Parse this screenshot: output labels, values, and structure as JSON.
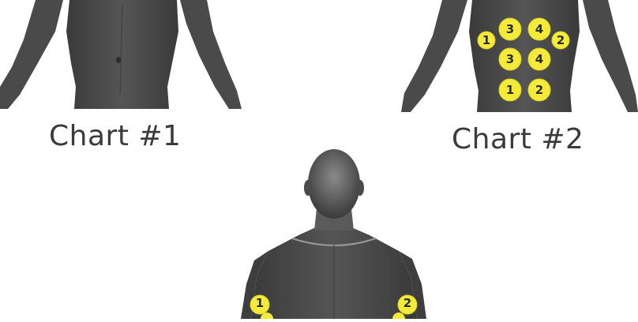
{
  "colors": {
    "background": "#ffffff",
    "body_fill": "#454545",
    "body_highlight": "#8a8a8a",
    "marker_fill": "#f3ea3a",
    "marker_text": "#2b2b2b",
    "caption_text": "#3a3a3a"
  },
  "charts": [
    {
      "caption": "Chart #1"
    },
    {
      "caption": "Chart #2"
    }
  ],
  "chart2_markers": [
    {
      "label": "3"
    },
    {
      "label": "4"
    },
    {
      "label": "1"
    },
    {
      "label": "2"
    },
    {
      "label": "3"
    },
    {
      "label": "4"
    },
    {
      "label": "1"
    },
    {
      "label": "2"
    }
  ],
  "chart3_markers": [
    {
      "label": "1"
    },
    {
      "label": "2"
    }
  ]
}
